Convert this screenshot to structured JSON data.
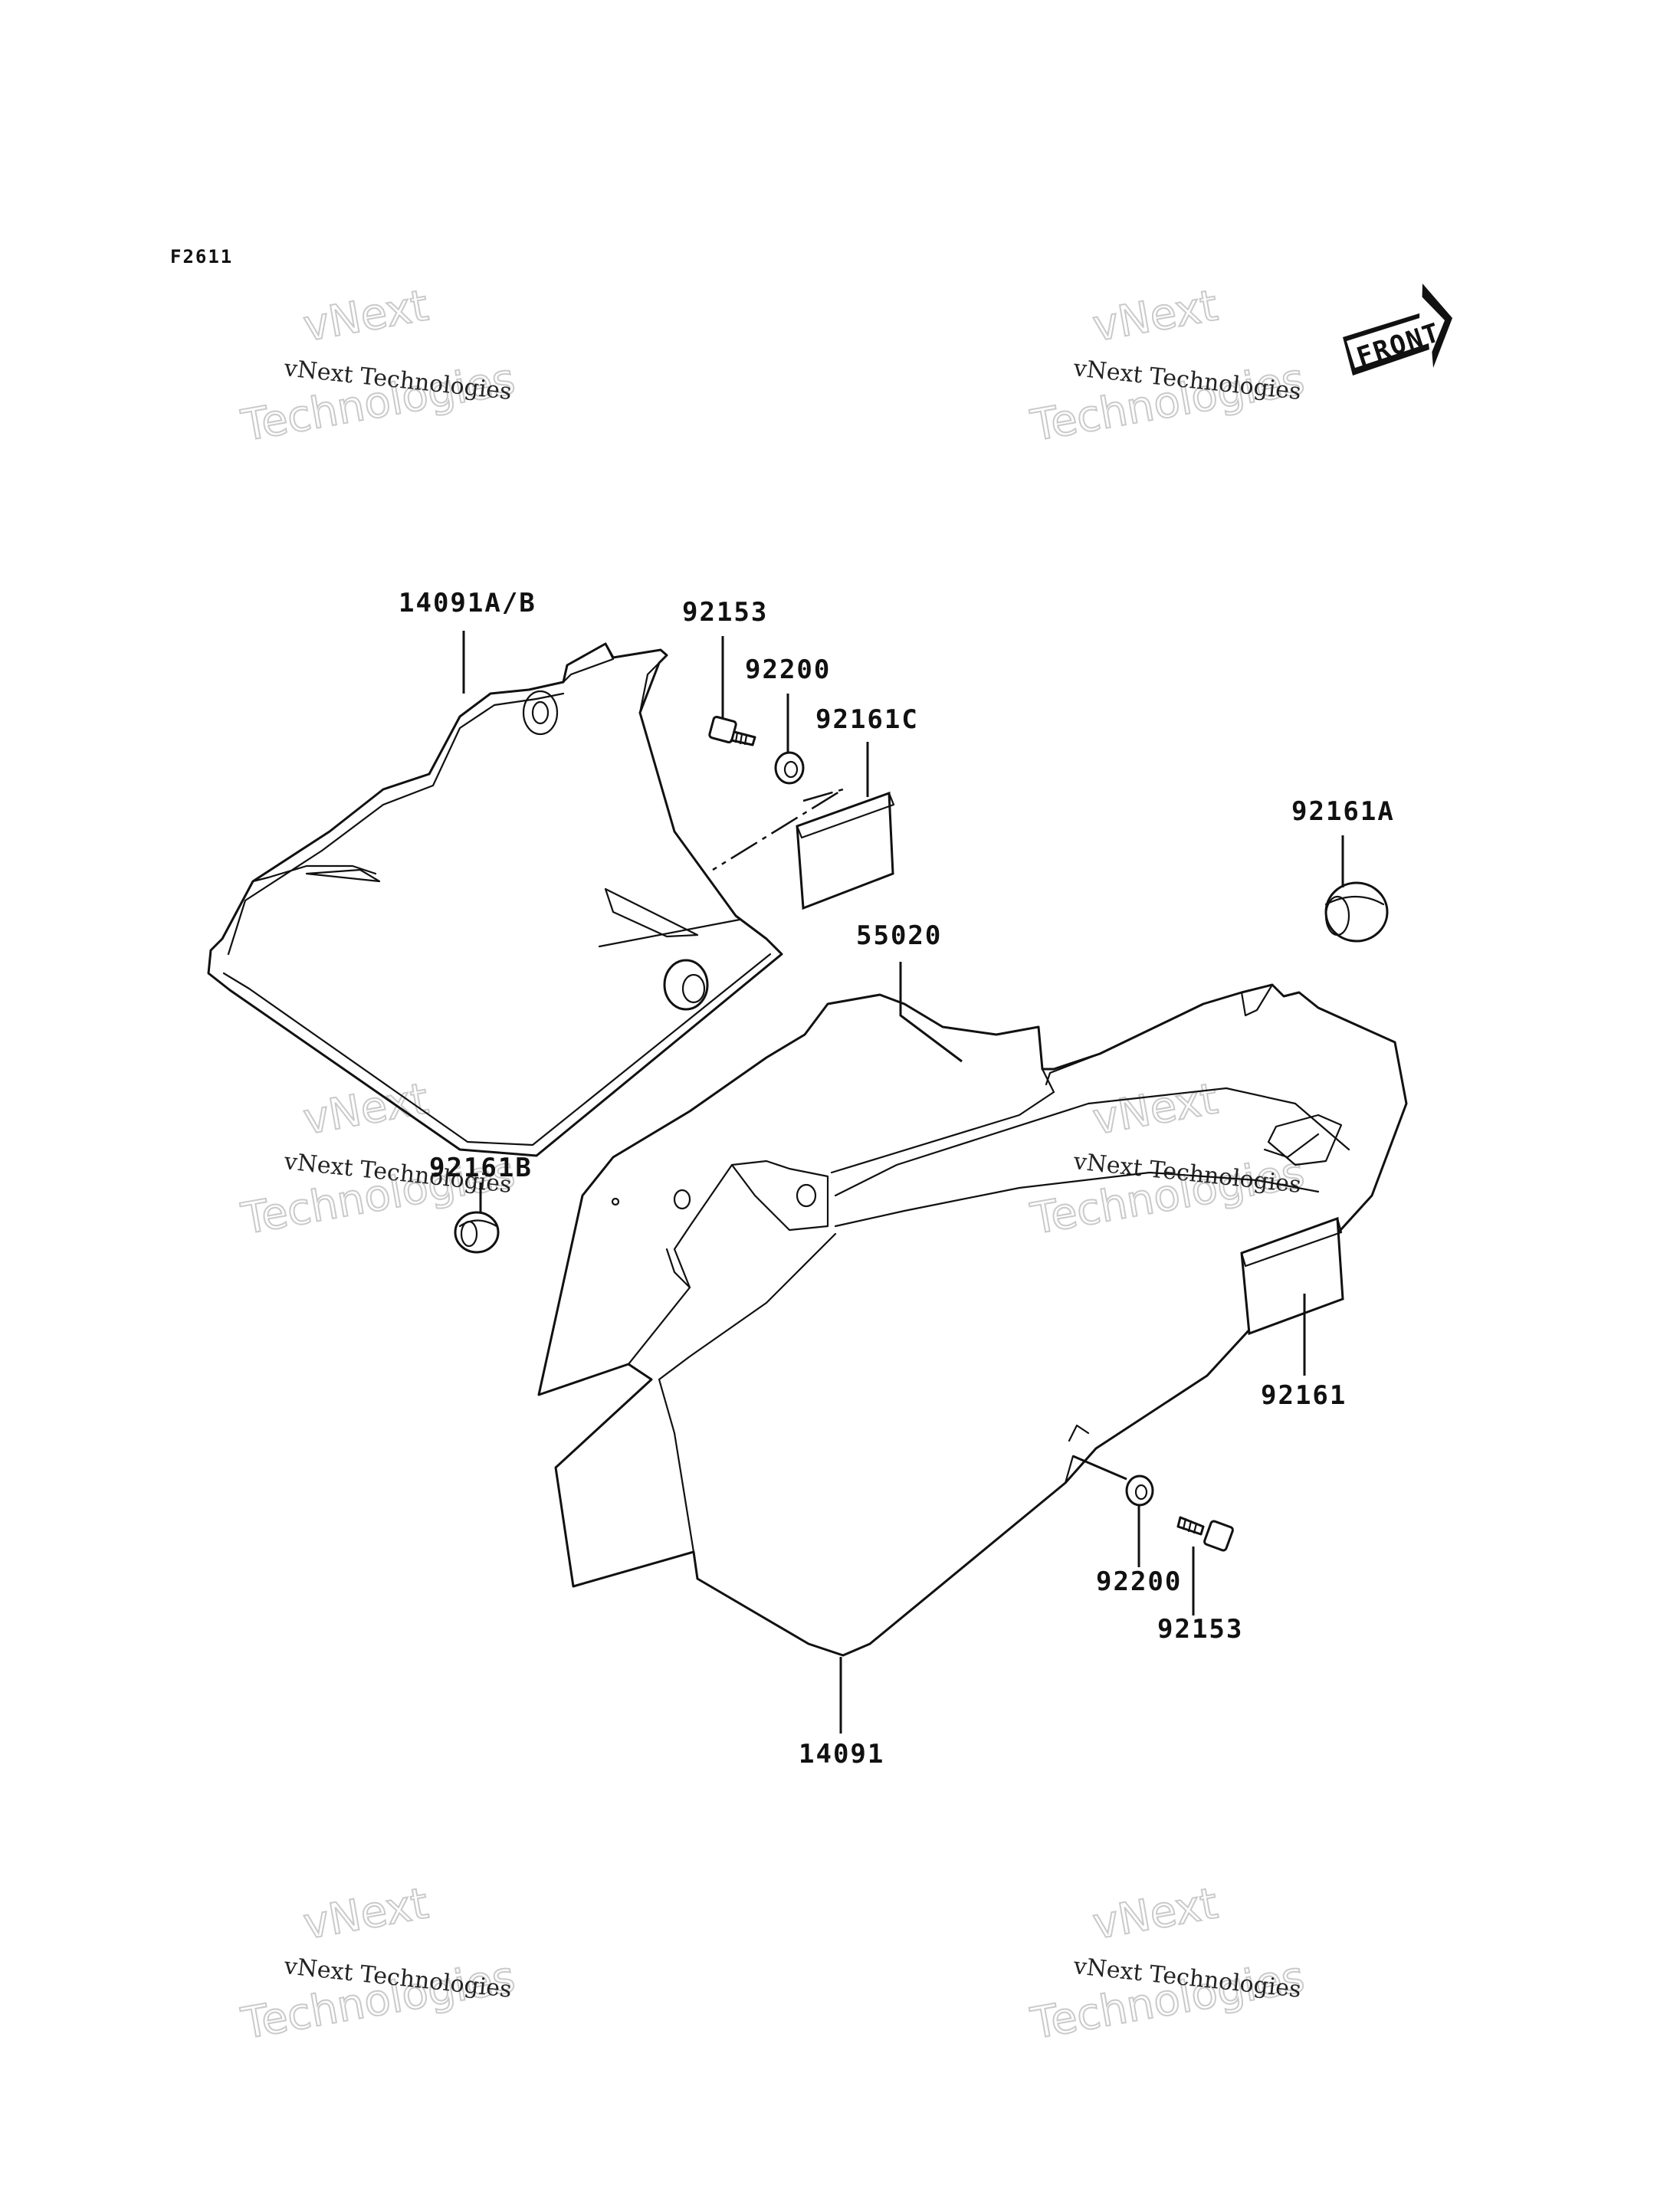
{
  "diagram": {
    "code": "F2611",
    "front_label": "FRONT",
    "watermark": {
      "line1": "vNext Technologies",
      "line2a": "vNext",
      "line2b": "Technologies"
    },
    "parts": [
      {
        "id": "p1",
        "label": "14091A/B"
      },
      {
        "id": "p2",
        "label": "92153"
      },
      {
        "id": "p3",
        "label": "92200"
      },
      {
        "id": "p4",
        "label": "92161C"
      },
      {
        "id": "p5",
        "label": "92161A"
      },
      {
        "id": "p6",
        "label": "55020"
      },
      {
        "id": "p7",
        "label": "92161B"
      },
      {
        "id": "p8",
        "label": "92161"
      },
      {
        "id": "p9",
        "label": "92200"
      },
      {
        "id": "p10",
        "label": "92153"
      },
      {
        "id": "p11",
        "label": "14091"
      }
    ]
  }
}
